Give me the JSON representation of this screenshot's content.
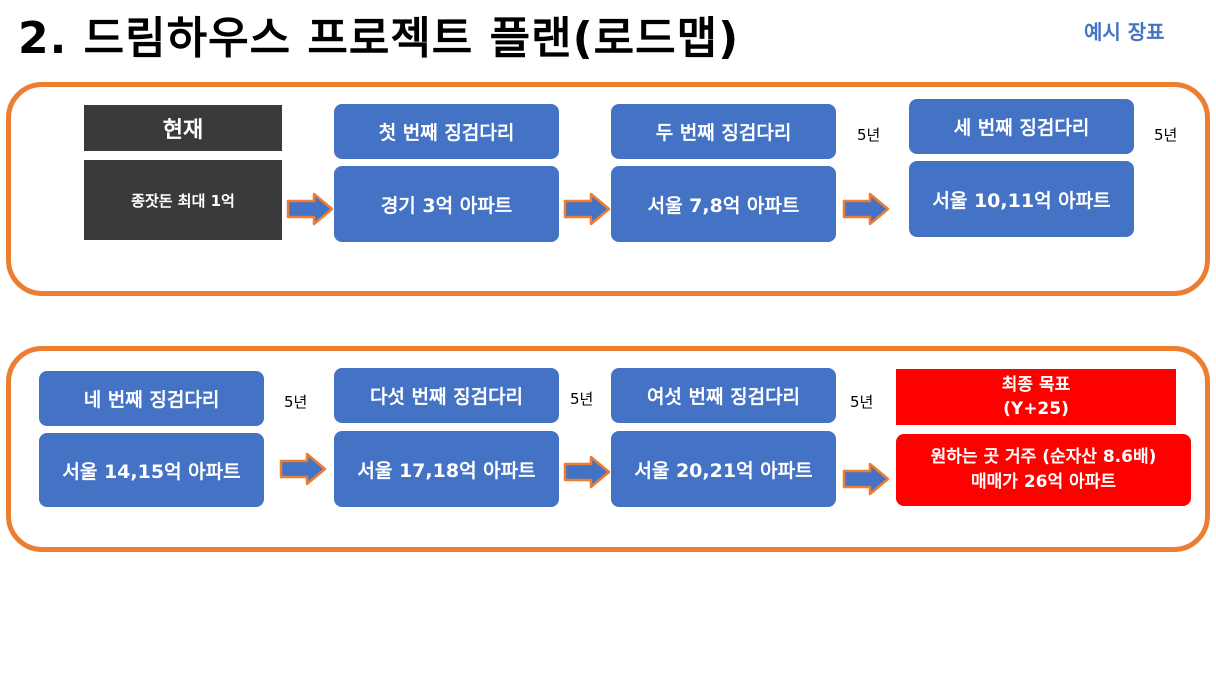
{
  "header": {
    "title": "2. 드림하우스 프로젝트 플랜(로드맵)",
    "example_label": "예시 장표"
  },
  "row1": {
    "current": {
      "label": "현재",
      "value": "종잣돈 최대 1억"
    },
    "steps": [
      {
        "label": "첫 번째 징검다리",
        "value": "경기 3억 아파트"
      },
      {
        "label": "두 번째 징검다리",
        "value": "서울 7,8억 아파트",
        "years": "5년"
      },
      {
        "label": "세 번째 징검다리",
        "value": "서울 10,11억 아파트",
        "years": "5년"
      }
    ]
  },
  "row2": {
    "steps": [
      {
        "label": "네 번째 징검다리",
        "value": "서울 14,15억 아파트",
        "years": "5년"
      },
      {
        "label": "다섯 번째 징검다리",
        "value": "서울  17,18억 아파트",
        "years": "5년"
      },
      {
        "label": "여섯 번째 징검다리",
        "value": "서울 20,21억 아파트",
        "years": "5년"
      }
    ],
    "final": {
      "label_line1": "최종 목표",
      "label_line2": "(Y+25)",
      "value_line1": "원하는 곳 거주 (순자산 8.6배)",
      "value_line2": "매매가 26억 아파트"
    }
  },
  "colors": {
    "step_blue": "#4472c4",
    "panel_orange": "#ed7d31",
    "current_dark": "#3a3a3a",
    "goal_red": "#ff0000",
    "arrow_fill": "#4472c4",
    "arrow_outline": "#ed7d31"
  }
}
